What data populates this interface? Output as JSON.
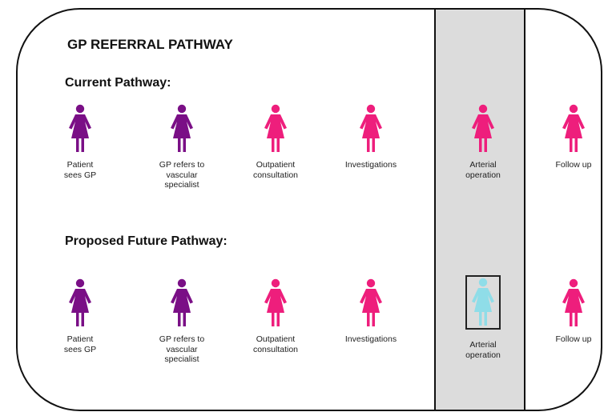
{
  "title": "GP REFERRAL PATHWAY",
  "colors": {
    "purple": "#7a0f86",
    "pink": "#ee1e7c",
    "cyan": "#8fdde8",
    "shade": "#dcdcdc"
  },
  "sections": [
    {
      "heading": "Current Pathway:",
      "steps": [
        {
          "label": "Patient\nsees GP",
          "color": "purple",
          "icon": "person-icon"
        },
        {
          "label": "GP refers to\nvascular\nspecialist",
          "color": "purple",
          "icon": "person-icon"
        },
        {
          "label": "Outpatient\nconsultation",
          "color": "pink",
          "icon": "person-icon"
        },
        {
          "label": "Investigations",
          "color": "pink",
          "icon": "person-icon"
        },
        {
          "label": "Arterial\noperation",
          "color": "pink",
          "icon": "person-icon"
        },
        {
          "label": "Follow up",
          "color": "pink",
          "icon": "person-icon"
        }
      ]
    },
    {
      "heading": "Proposed Future Pathway:",
      "steps": [
        {
          "label": "Patient\nsees GP",
          "color": "purple",
          "icon": "person-icon"
        },
        {
          "label": "GP refers to\nvascular\nspecialist",
          "color": "purple",
          "icon": "person-icon"
        },
        {
          "label": "Outpatient\nconsultation",
          "color": "pink",
          "icon": "person-icon"
        },
        {
          "label": "Investigations",
          "color": "pink",
          "icon": "person-icon"
        },
        {
          "label": "Arterial\noperation",
          "color": "cyan",
          "icon": "person-icon-boxed"
        },
        {
          "label": "Follow up",
          "color": "pink",
          "icon": "person-icon"
        }
      ]
    }
  ]
}
